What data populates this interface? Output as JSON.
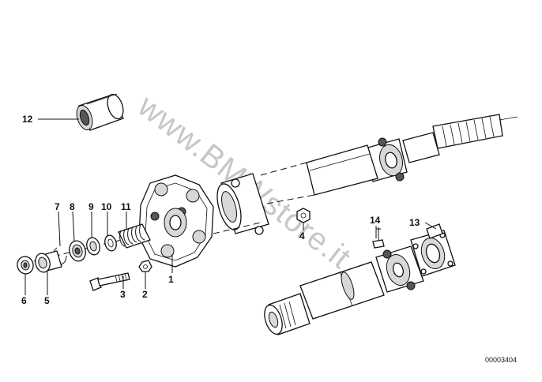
{
  "diagram": {
    "watermark": "www.BMWstore.it",
    "drawing_code": "00003404",
    "callouts": [
      {
        "id": "1",
        "label": "1"
      },
      {
        "id": "2",
        "label": "2"
      },
      {
        "id": "3",
        "label": "3"
      },
      {
        "id": "4",
        "label": "4"
      },
      {
        "id": "5",
        "label": "5"
      },
      {
        "id": "6",
        "label": "6"
      },
      {
        "id": "7",
        "label": "7"
      },
      {
        "id": "8",
        "label": "8"
      },
      {
        "id": "9",
        "label": "9"
      },
      {
        "id": "10",
        "label": "10"
      },
      {
        "id": "11",
        "label": "11"
      },
      {
        "id": "12",
        "label": "12"
      },
      {
        "id": "13",
        "label": "13"
      },
      {
        "id": "14",
        "label": "14"
      }
    ]
  }
}
